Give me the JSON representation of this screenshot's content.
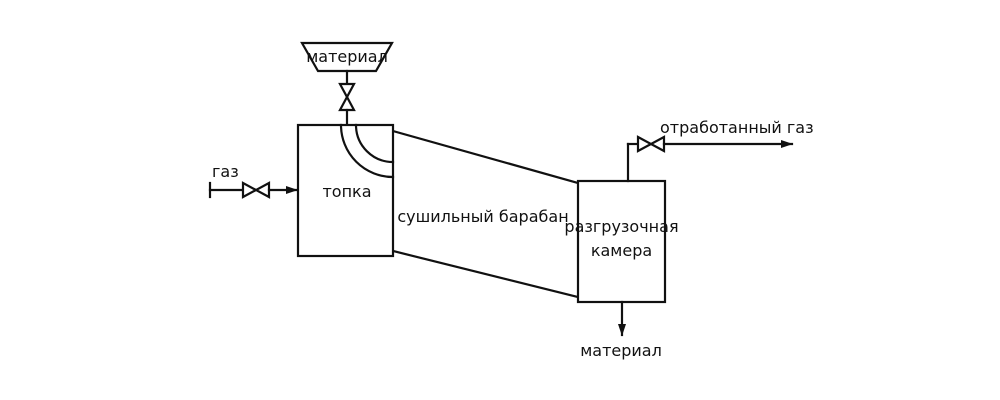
{
  "diagram": {
    "hopper_label": "материал",
    "gas_label": "газ",
    "furnace_label": "топка",
    "drum_label": "сушильный барабан",
    "chamber_label_line1": "разгрузочная",
    "chamber_label_line2": "камера",
    "exhaust_label": "отработанный газ",
    "output_label": "материал"
  }
}
